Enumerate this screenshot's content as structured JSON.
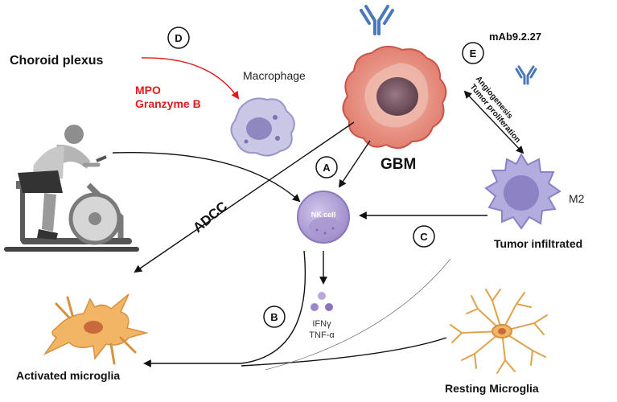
{
  "labels": {
    "choroid_plexus": "Choroid plexus",
    "macrophage": "Macrophage",
    "mpo": "MPO",
    "granzyme_b": "Granzyme B",
    "gbm": "GBM",
    "mab": "mAb9.2.27",
    "angiogenesis": "Angiogenesis",
    "tumor_proliferation": "Tumor proliferation",
    "m2": "M2",
    "tumor_infiltrated": "Tumor infiltrated",
    "adcc": "ADCC",
    "nk_cell": "NK cell",
    "ifn": "IFNγ",
    "tnf": "TNF-α",
    "activated_microglia": "Activated microglia",
    "resting_microglia": "Resting Microglia"
  },
  "markers": {
    "a": "A",
    "b": "B",
    "c": "C",
    "d": "D",
    "e": "E"
  },
  "colors": {
    "red_arrow": "#e01b1b",
    "antibody": "#4a78b8",
    "tumor_outer": "#e89a8c",
    "tumor_core": "#7a5a66",
    "nk_cell": "#b7a6d8",
    "macrophage": "#b9b6dc",
    "m2_cell": "#a9a0d6",
    "microglia": "#f2b565"
  }
}
